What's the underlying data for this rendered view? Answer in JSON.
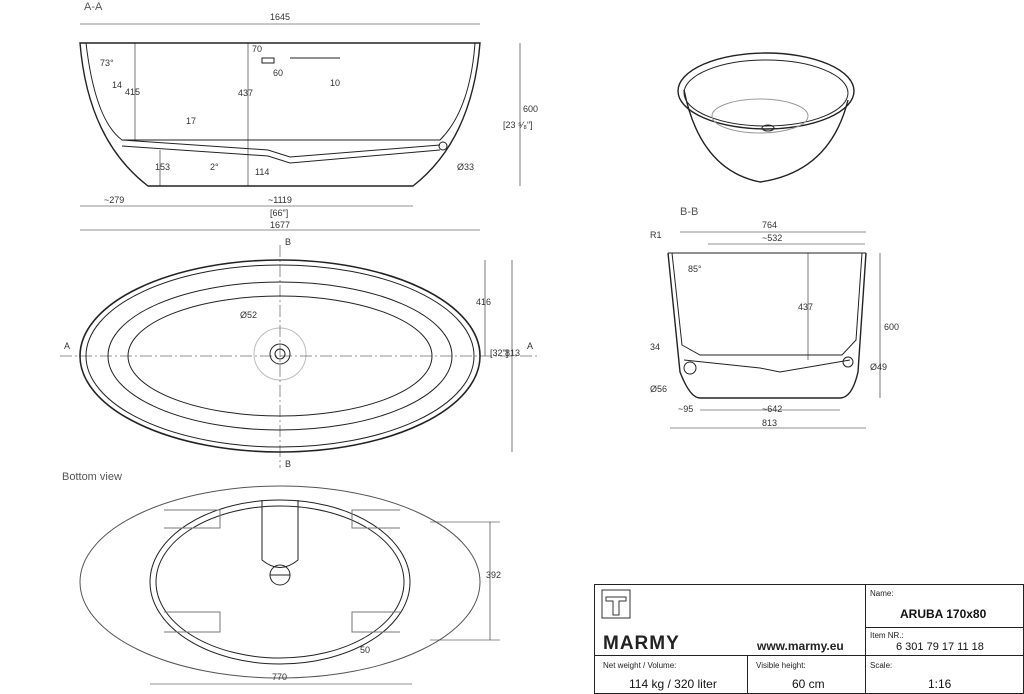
{
  "views": {
    "aa": {
      "label": "A-A",
      "dims": {
        "d1645": "1645",
        "d73": "73°",
        "d14": "14",
        "d415": "415",
        "d70": "70",
        "d60": "60",
        "d437": "437",
        "d10": "10",
        "d17": "17",
        "d153": "153",
        "d2": "2°",
        "d114": "114",
        "d33": "Ø33",
        "d600": "600",
        "d23": "[23 ⁵⁄₈\"]",
        "d279": "~279",
        "d1119": "~1119",
        "d66": "[66\"]",
        "d1677": "1677"
      }
    },
    "top": {
      "cutA": "A",
      "cutB": "B",
      "dims": {
        "d52": "Ø52",
        "d416": "416",
        "d32": "[32\"]",
        "d813": "813"
      }
    },
    "bottom": {
      "label": "Bottom view",
      "dims": {
        "d392": "392",
        "d50": "50",
        "d770": "770"
      }
    },
    "bb": {
      "label": "B-B",
      "dims": {
        "r1": "R1",
        "d764": "764",
        "d532": "~532",
        "d85": "85°",
        "d437": "437",
        "d600": "600",
        "d34": "34",
        "d56": "Ø56",
        "d49": "Ø49",
        "d95": "~95",
        "d642": "~642",
        "d813": "813"
      }
    }
  },
  "title_block": {
    "brand": "MARMY",
    "website": "www.marmy.eu",
    "name_label": "Name:",
    "name_value": "ARUBA 170x80",
    "item_label": "Item NR.:",
    "item_value": "6 301 79 17 11 18",
    "weight_label": "Net weight / Volume:",
    "weight_value": "114 kg / 320 liter",
    "height_label": "Visible height:",
    "height_value": "60 cm",
    "scale_label": "Scale:",
    "scale_value": "1:16"
  }
}
